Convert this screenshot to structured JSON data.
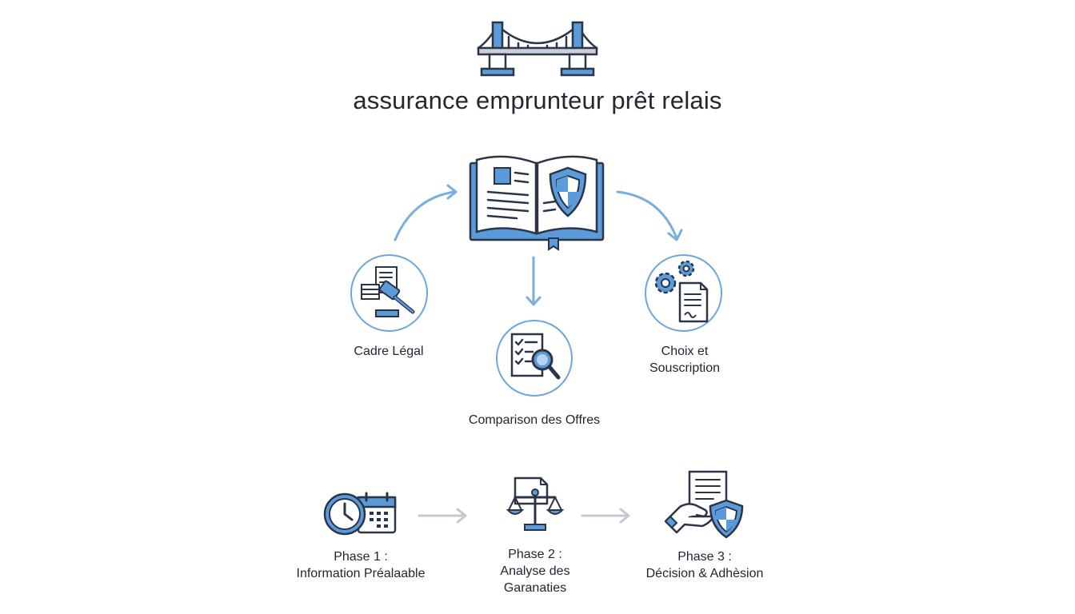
{
  "title": "assurance emprunteur prêt relais",
  "icons": {
    "top": "bridge-icon",
    "center": "book-shield-icon",
    "left": "legal-gavel-icon",
    "middle": "checklist-magnifier-icon",
    "right": "gears-document-icon",
    "phase1": "clock-calendar-icon",
    "phase2": "scales-document-icon",
    "phase3": "hand-document-shield-icon"
  },
  "colors": {
    "accent": "#5b9bdc",
    "outline": "#2b3546",
    "arrow": "#79aee0",
    "phase_arrow": "#c4c9d0"
  },
  "nodes": {
    "left": {
      "label": "Cadre Légal"
    },
    "middle": {
      "label": "Comparison des Offres"
    },
    "right": {
      "line1": "Choix et",
      "line2": "Souscription"
    }
  },
  "phases": [
    {
      "line1": "Phase 1 :",
      "line2": "Information Préalaable"
    },
    {
      "line1": "Phase 2 :",
      "line2": "Analyse des",
      "line3": "Garanaties"
    },
    {
      "line1": "Phase 3 :",
      "line2": "Décision & Adhèsion"
    }
  ]
}
